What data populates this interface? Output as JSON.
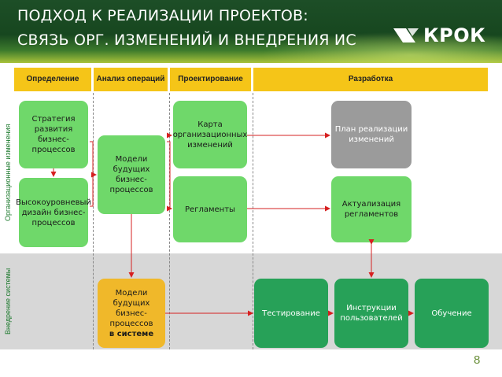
{
  "header": {
    "title_line1": "ПОДХОД К РЕАЛИЗАЦИИ ПРОЕКТОВ:",
    "title_line2": "СВЯЗЬ ОРГ. ИЗМЕНЕНИЙ И ВНЕДРЕНИЯ ИС",
    "logo": "КРОК"
  },
  "phases": [
    {
      "id": "definition",
      "label": "Определение"
    },
    {
      "id": "analysis",
      "label": "Анализ операций"
    },
    {
      "id": "design",
      "label": "Проектирование"
    },
    {
      "id": "development",
      "label": "Разработка"
    }
  ],
  "rows": {
    "org": "Организационные изменения",
    "sys": "Внедрение системы"
  },
  "boxes": {
    "strategy": "Стратегия развития бизнес-процессов",
    "high_level": "Высокоуровневый дизайн бизнес-процессов",
    "future_models": "Модели будущих бизнес-процессов",
    "org_map": "Карта организационных изменений",
    "regulations": "Регламенты",
    "impl_plan": "План реализации изменений",
    "update_regs": "Актуализация регламентов",
    "sys_models_a": "Модели будущих бизнес-процессов",
    "sys_models_b": "в системе",
    "testing": "Тестирование",
    "user_guides": "Инструкции пользователей",
    "training": "Обучение"
  },
  "page_number": "8",
  "colors": {
    "phase": "#f5c518",
    "green": "#6fd86a",
    "dark_green": "#27a158",
    "gray": "#9b9b9b",
    "yellow": "#f0b82a",
    "arrow": "#d62020"
  }
}
